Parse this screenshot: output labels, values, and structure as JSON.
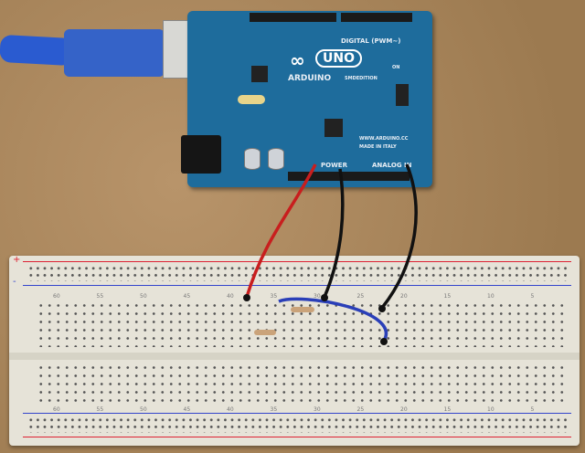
{
  "board": {
    "brand": "ARDUINO",
    "model": "UNO",
    "edition": "SMDEDITION",
    "digital_label": "DIGITAL (PWM~)",
    "power_label": "POWER",
    "analog_label": "ANALOG IN",
    "website": "WWW.ARDUINO.CC",
    "origin": "MADE IN ITALY",
    "on_label": "ON"
  },
  "breadboard": {
    "column_numbers": [
      "60",
      "55",
      "50",
      "45",
      "40",
      "35",
      "30",
      "25",
      "20",
      "15",
      "10",
      "5"
    ],
    "rail_plus": "+",
    "rail_minus": "-"
  },
  "colors": {
    "board": "#1e6c9c",
    "cable": "#2a5bd0",
    "wire_red": "#c81e1e",
    "wire_black": "#111111",
    "wire_blue": "#2a3fb8"
  }
}
